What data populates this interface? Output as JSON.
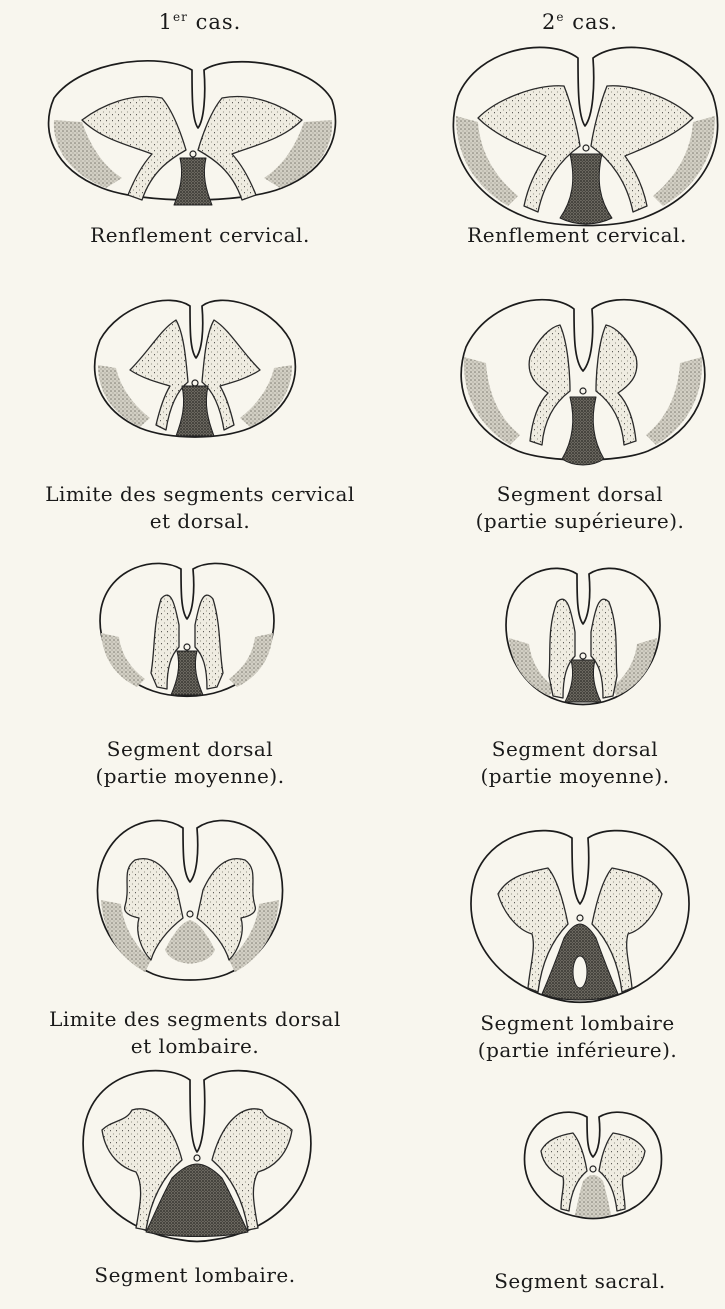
{
  "columns": [
    {
      "header_num": "1",
      "header_sup": "er",
      "header_text": "cas.",
      "sections": [
        {
          "lines": [
            "Renflement cervical."
          ]
        },
        {
          "lines": [
            "Limite des segments cervical",
            "et dorsal."
          ]
        },
        {
          "lines": [
            "Segment dorsal",
            "(partie moyenne)."
          ]
        },
        {
          "lines": [
            "Limite des segments dorsal",
            "et lombaire."
          ]
        },
        {
          "lines": [
            "Segment lombaire."
          ]
        }
      ]
    },
    {
      "header_num": "2",
      "header_sup": "e",
      "header_text": "cas.",
      "sections": [
        {
          "lines": [
            "Renflement cervical."
          ]
        },
        {
          "lines": [
            "Segment dorsal",
            "(partie supérieure)."
          ]
        },
        {
          "lines": [
            "Segment dorsal",
            "(partie moyenne)."
          ]
        },
        {
          "lines": [
            "Segment lombaire",
            "(partie inférieure)."
          ]
        },
        {
          "lines": [
            "Segment sacral."
          ]
        }
      ]
    }
  ]
}
